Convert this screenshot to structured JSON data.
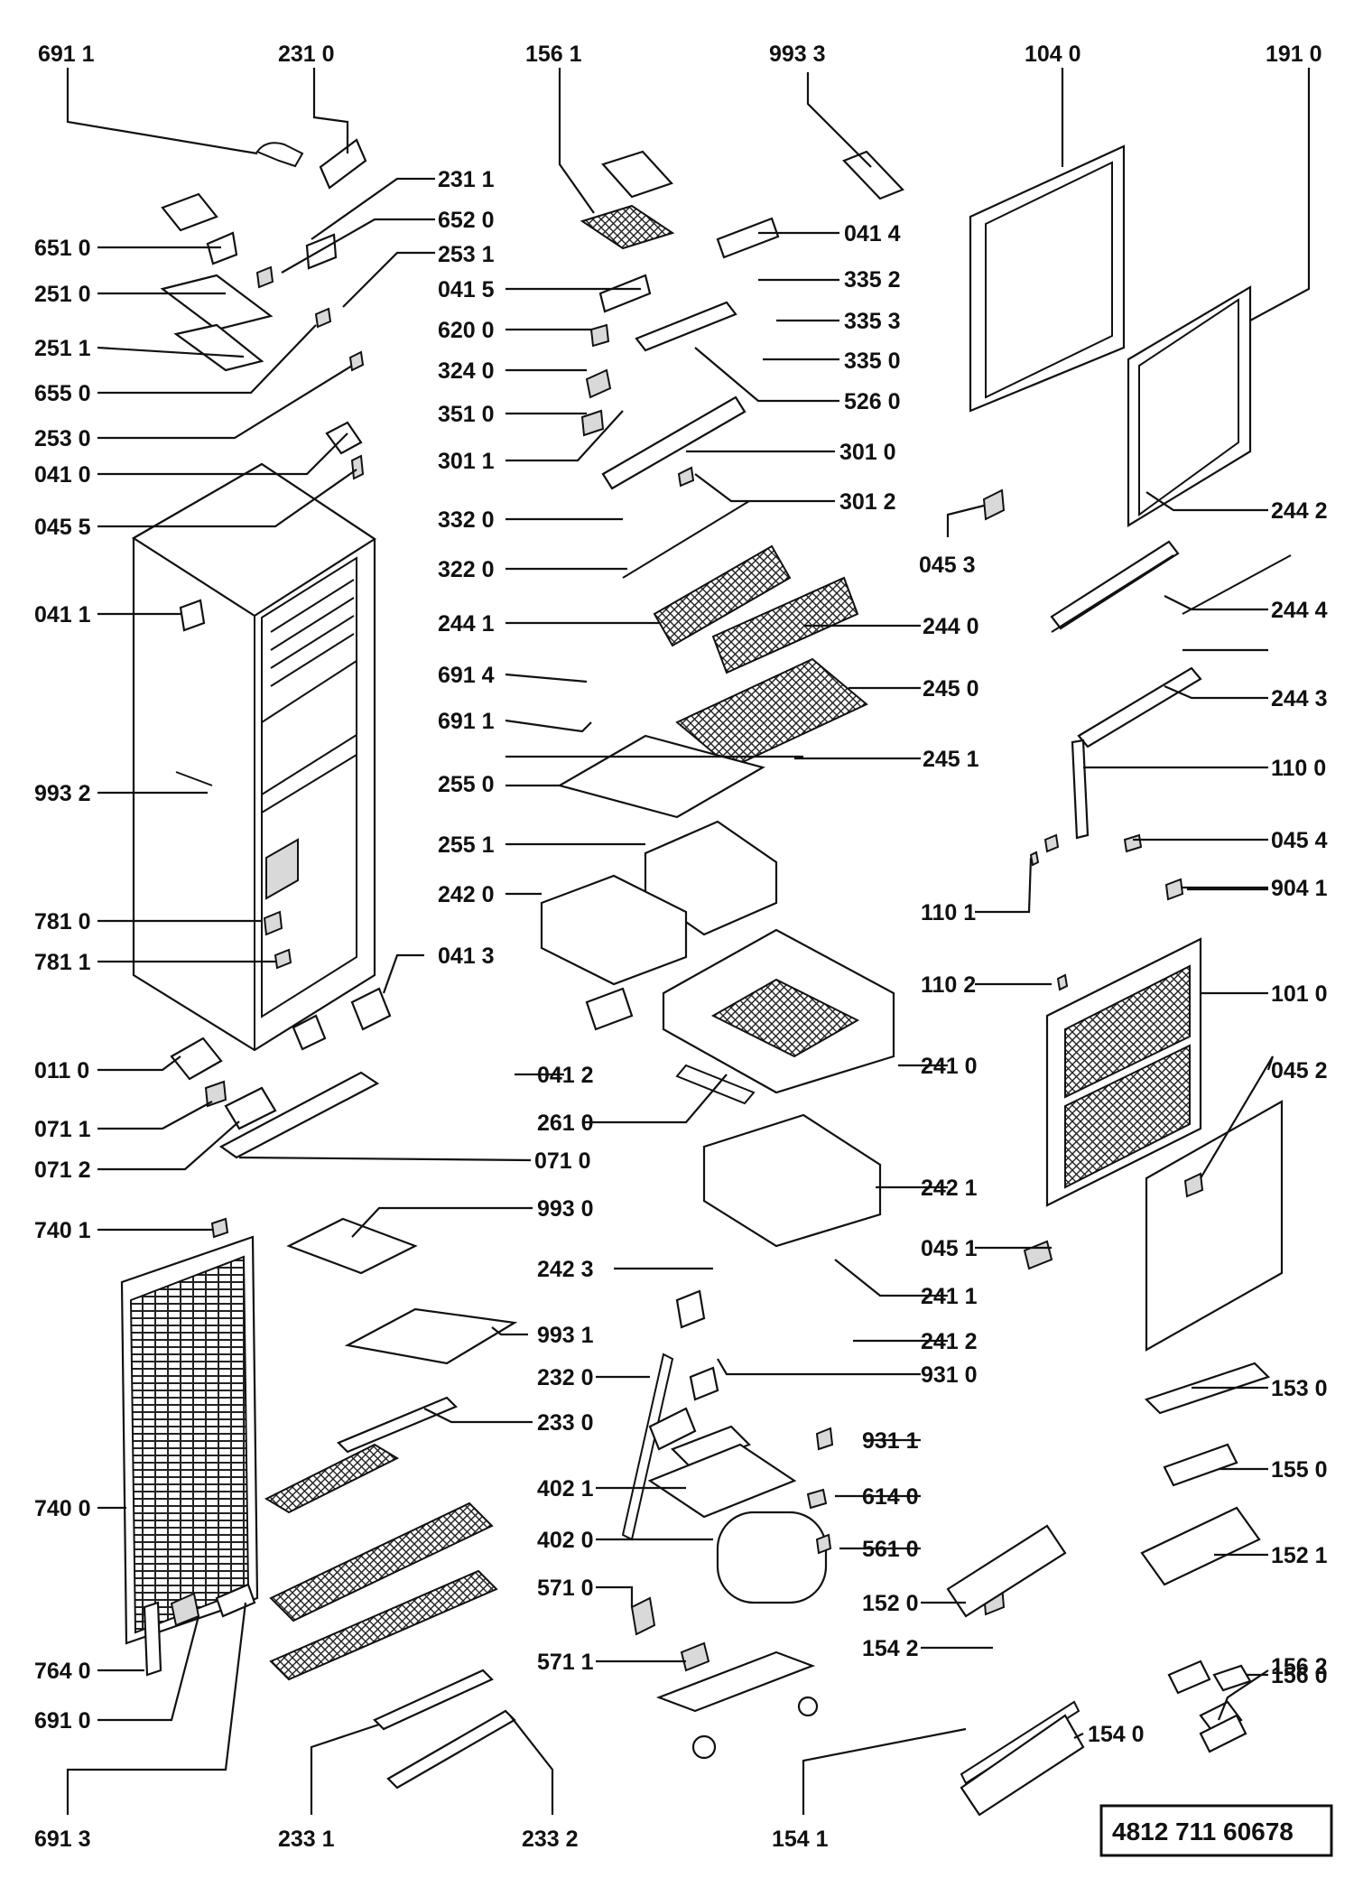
{
  "document_number": "4812  711  60678",
  "labels": [
    "691 1",
    "231 0",
    "156 1",
    "993 3",
    "104 0",
    "191 0",
    "231 1",
    "652 0",
    "041 4",
    "651 0",
    "253 1",
    "041 5",
    "335 2",
    "251 0",
    "620 0",
    "335 3",
    "251 1",
    "324 0",
    "335 0",
    "655 0",
    "526 0",
    "253 0",
    "351 0",
    "301 1",
    "301 0",
    "041 0",
    "301 2",
    "045 5",
    "332 0",
    "244 2",
    "045 3",
    "322 0",
    "041 1",
    "244 1",
    "244 0",
    "244 4",
    "691 4",
    "245 0",
    "244 3",
    "691 1",
    "245 1",
    "993 2",
    "255 0",
    "110 0",
    "255 1",
    "045 4",
    "242 0",
    "904 1",
    "110 1",
    "781 0",
    "781 1",
    "041 3",
    "110 2",
    "101 0",
    "011 0",
    "041 2",
    "241 0",
    "045 2",
    "071 1",
    "261 0",
    "071 2",
    "071 0",
    "993 0",
    "242 1",
    "740 1",
    "241 1",
    "242 3",
    "045 1",
    "241 2",
    "993 1",
    "232 0",
    "931 0",
    "153 0",
    "233 0",
    "931 1",
    "740 0",
    "402 1",
    "155 0",
    "614 0",
    "402 0",
    "561 0",
    "152 1",
    "571 0",
    "152 0",
    "156 0",
    "154 2",
    "571 1",
    "764 0",
    "156 2",
    "691 0",
    "154 0",
    "691 3",
    "233 1",
    "233 2",
    "154 1"
  ]
}
